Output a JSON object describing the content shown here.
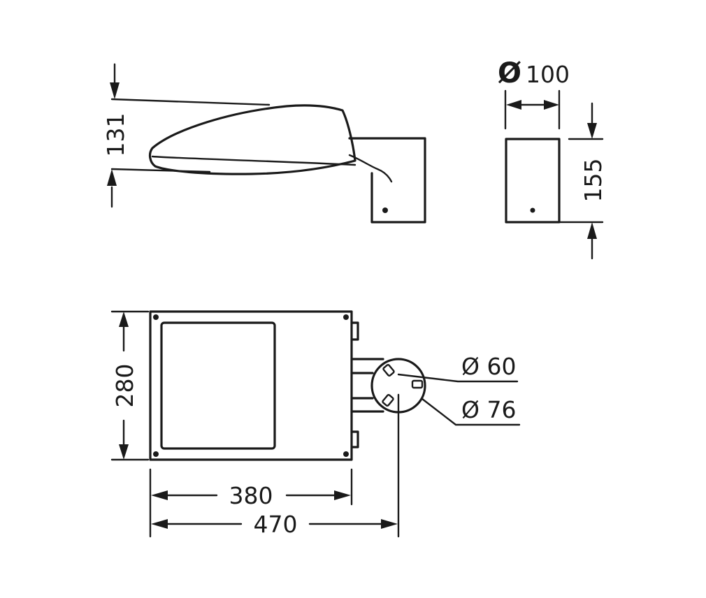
{
  "dimensions": {
    "side_height": "131",
    "end_diameter_symbol": "Ø",
    "end_diameter": "100",
    "end_height": "155",
    "plan_width": "280",
    "plan_length_body": "380",
    "plan_length_total": "470",
    "pole_inner": "Ø 60",
    "pole_outer": "Ø 76"
  }
}
